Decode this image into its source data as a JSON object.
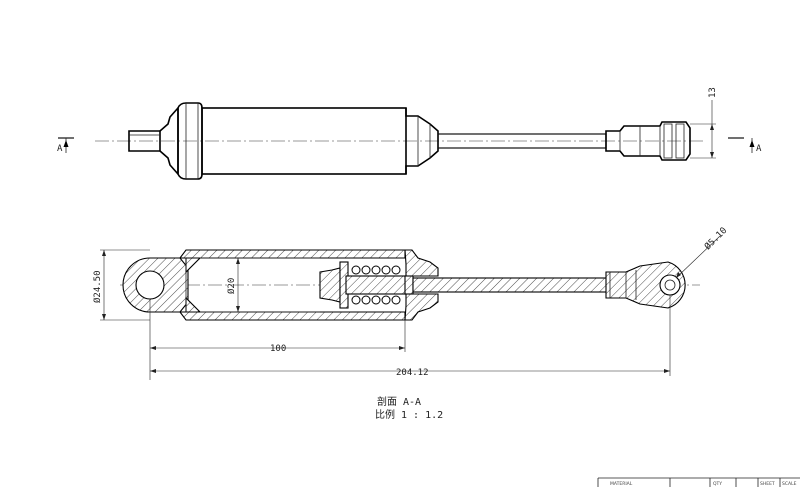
{
  "section_marks": {
    "left": "A",
    "right": "A"
  },
  "dimensions": {
    "height_top": "13",
    "diameter_body": "Ø24.50",
    "diameter_bore": "Ø20",
    "diameter_hole": "Ø5.10",
    "length_body": "100",
    "length_total": "204.12"
  },
  "caption": {
    "section": "剖面 A-A",
    "scale": "比例 1 : 1.2"
  },
  "title_block": {
    "material": "MATERIAL",
    "qty": "QTY",
    "sheet": "SHEET",
    "scale": "SCALE"
  }
}
